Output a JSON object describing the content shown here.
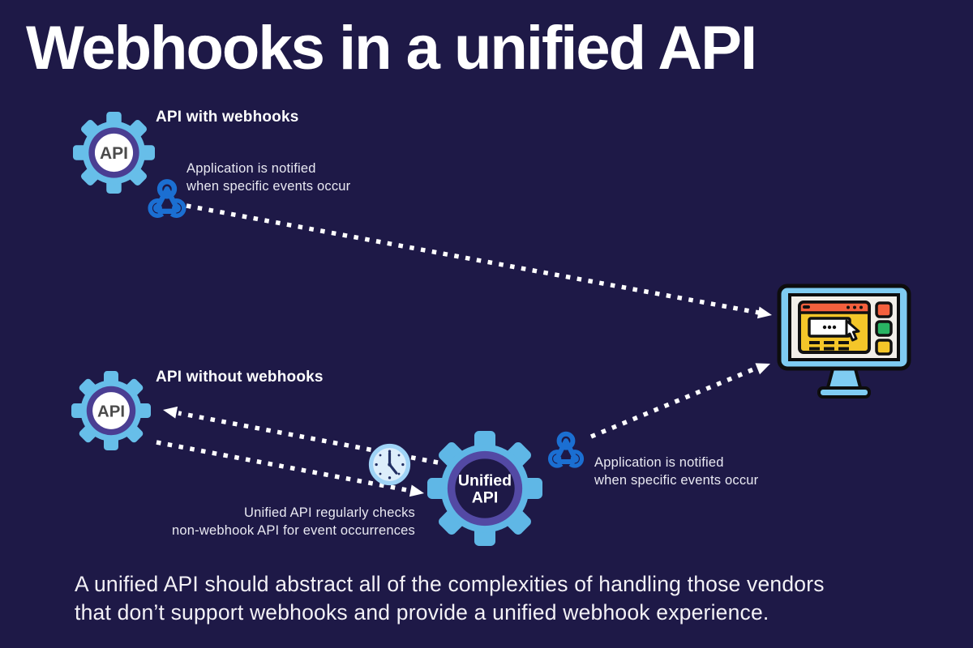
{
  "title": "Webhooks in a unified API",
  "top": {
    "heading": "API with webhooks",
    "gear_label": "API",
    "note": {
      "line1": "Application is notified",
      "line2": "when specific events occur"
    }
  },
  "bottom": {
    "heading": "API without webhooks",
    "gear_label": "API",
    "checker_note": {
      "line1": "Unified API regularly checks",
      "line2": "non-webhook API for event occurrences"
    }
  },
  "unified": {
    "label_line1": "Unified",
    "label_line2": "API"
  },
  "mid_note": {
    "line1": "Application is notified",
    "line2": "when specific events occur"
  },
  "footer": {
    "line1": "A unified API should abstract all of the complexities of handling those vendors",
    "line2": "that don’t support webhooks and provide a unified webhook experience."
  },
  "icons": [
    "gear-api-icon",
    "webhook-icon",
    "clock-icon",
    "unified-api-gear-icon",
    "monitor-icon",
    "dotted-arrow"
  ],
  "colors": {
    "background": "#1e1947",
    "title_text": "#ffffff",
    "body_text": "#e9e9f2",
    "gear_body_blue": "#67bee9",
    "gear_ring_purple": "#4a3e92",
    "unified_ring_purple": "#5349a4",
    "webhook_blue": "#1b6fd2",
    "dotted_line_white": "#ffffff",
    "monitor_frame_blue": "#7fccf2",
    "browser_yellow": "#f4c629",
    "accent_red": "#f4603d",
    "accent_green": "#29b463",
    "clock_face_blue": "#ddeefb"
  }
}
